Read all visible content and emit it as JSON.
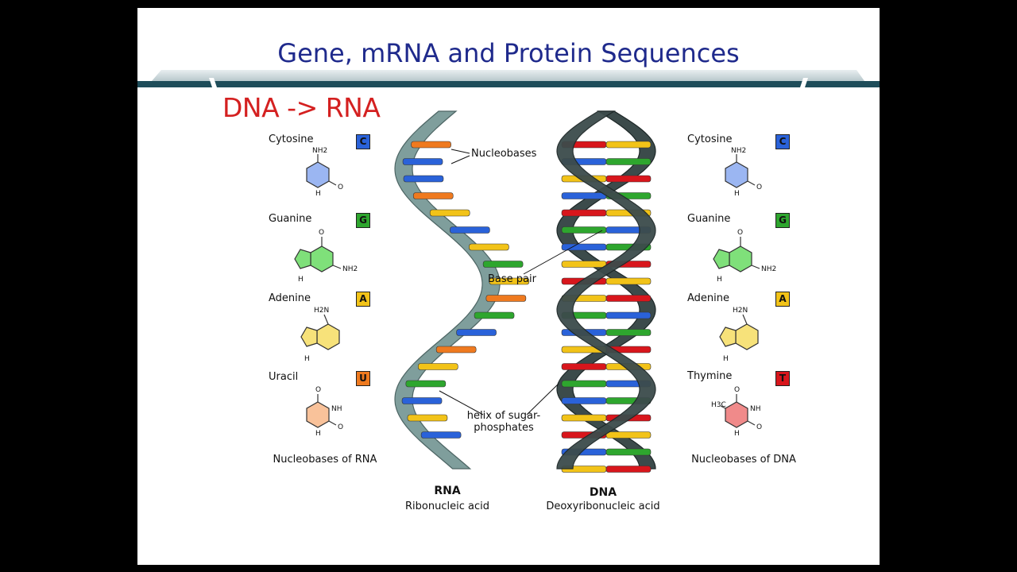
{
  "slide": {
    "title": "Gene, mRNA and Protein Sequences",
    "subtitle": "DNA -> RNA"
  },
  "colors": {
    "title": "#1f2a8c",
    "subtitle": "#d42020",
    "cytosine": "#2a62d9",
    "guanine": "#2ea62e",
    "adenine": "#f2c318",
    "uracil": "#ef7a1f",
    "thymine": "#d8161c",
    "rna_backbone": "#7f9e9c",
    "dna_backbone": "#3c4b4b"
  },
  "rna_bases": [
    {
      "name": "Cytosine",
      "letter": "C",
      "amine": "NH2"
    },
    {
      "name": "Guanine",
      "letter": "G",
      "amine": "NH2"
    },
    {
      "name": "Adenine",
      "letter": "A",
      "amine": "H2N"
    },
    {
      "name": "Uracil",
      "letter": "U",
      "amine": ""
    }
  ],
  "dna_bases": [
    {
      "name": "Cytosine",
      "letter": "C",
      "amine": "NH2"
    },
    {
      "name": "Guanine",
      "letter": "G",
      "amine": "NH2"
    },
    {
      "name": "Adenine",
      "letter": "A",
      "amine": "H2N"
    },
    {
      "name": "Thymine",
      "letter": "T",
      "amine": "H3C"
    }
  ],
  "captions": {
    "rna_bases": "Nucleobases of RNA",
    "dna_bases": "Nucleobases of DNA"
  },
  "annotations": {
    "nucleobases": "Nucleobases",
    "base_pair": "Base pair",
    "helix": "helix of sugar-phosphates"
  },
  "helices": {
    "rna_title": "RNA",
    "rna_subtitle": "Ribonucleic acid",
    "dna_title": "DNA",
    "dna_subtitle": "Deoxyribonucleic acid"
  }
}
